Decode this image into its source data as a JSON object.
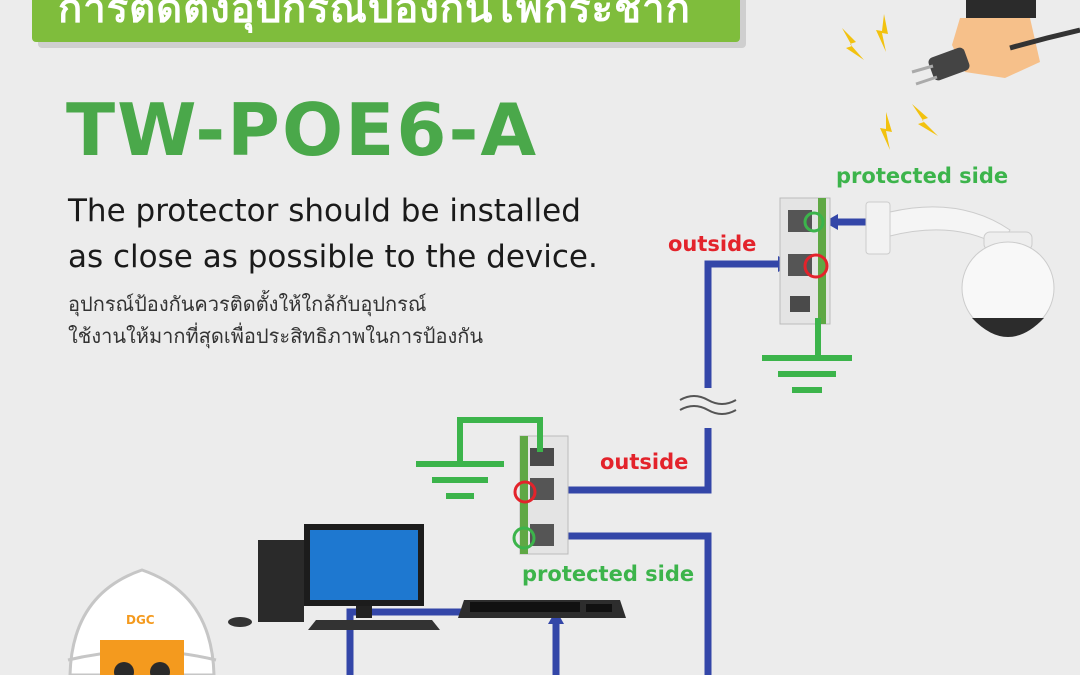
{
  "header": {
    "banner_text": "การติดตั้งอุปกรณ์ป้องกันไฟกระชาก",
    "model": "TW-POE6-A"
  },
  "description": {
    "line1": "The protector should be installed",
    "line2": "as close as possible to the device.",
    "thai_line1": "อุปกรณ์ป้องกันควรติดตั้งให้ใกล้กับอุปกรณ์",
    "thai_line2": "ใช้งานให้มากที่สุดเพื่อประสิทธิภาพในการป้องกัน"
  },
  "labels": {
    "upper_protected": "protected side",
    "upper_outside": "outside",
    "lower_outside": "outside",
    "lower_protected": "protected side",
    "helmet_text": "DGC"
  },
  "colors": {
    "banner": "#7fbd3c",
    "model": "#4aa84a",
    "cable": "#3346a8",
    "ground": "#3cb44b",
    "outside_marker": "#e3232b"
  },
  "icons": [
    "lightning-bolt-icon",
    "plug-icon",
    "hand-icon",
    "ground-symbol-icon",
    "cctv-camera-icon",
    "computer-icon",
    "network-switch-icon",
    "mascot-icon"
  ]
}
